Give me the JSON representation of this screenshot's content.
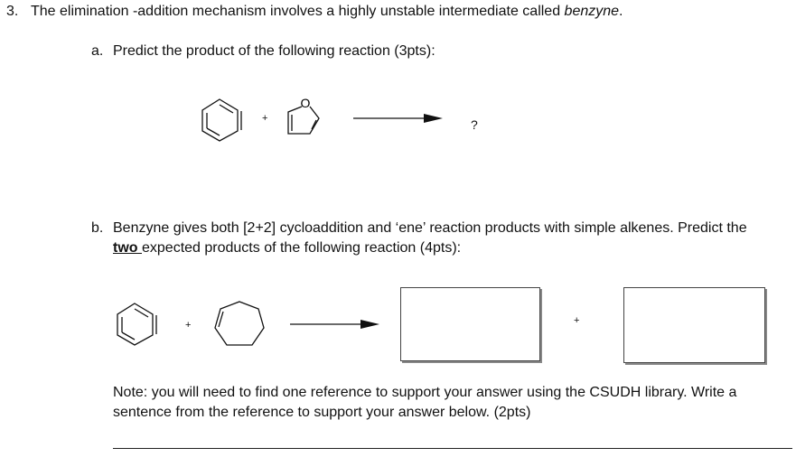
{
  "question": {
    "number": "3.",
    "text": "The elimination -addition mechanism involves a highly unstable intermediate called ",
    "emphasis": "benzyne",
    "end": "."
  },
  "part_a": {
    "letter": "a.",
    "text": "Predict the product of the following reaction (3pts):",
    "plus": "+",
    "furan_heteroatom": "O",
    "unknown_product": "?"
  },
  "part_b": {
    "letter": "b.",
    "line1": "Benzyne gives both [2+2] cycloaddition and ‘ene’ reaction products with simple alkenes. Predict the",
    "line2_bold": "two ",
    "line2_rest": "expected products of the following reaction (4pts):",
    "plus_reactants": "+",
    "plus_products": "+"
  },
  "note": {
    "line1": "Note: you will need to find one reference to support your answer using the CSUDH library. Write a",
    "line2": "sentence from the reference to support your answer below. (2pts)"
  }
}
